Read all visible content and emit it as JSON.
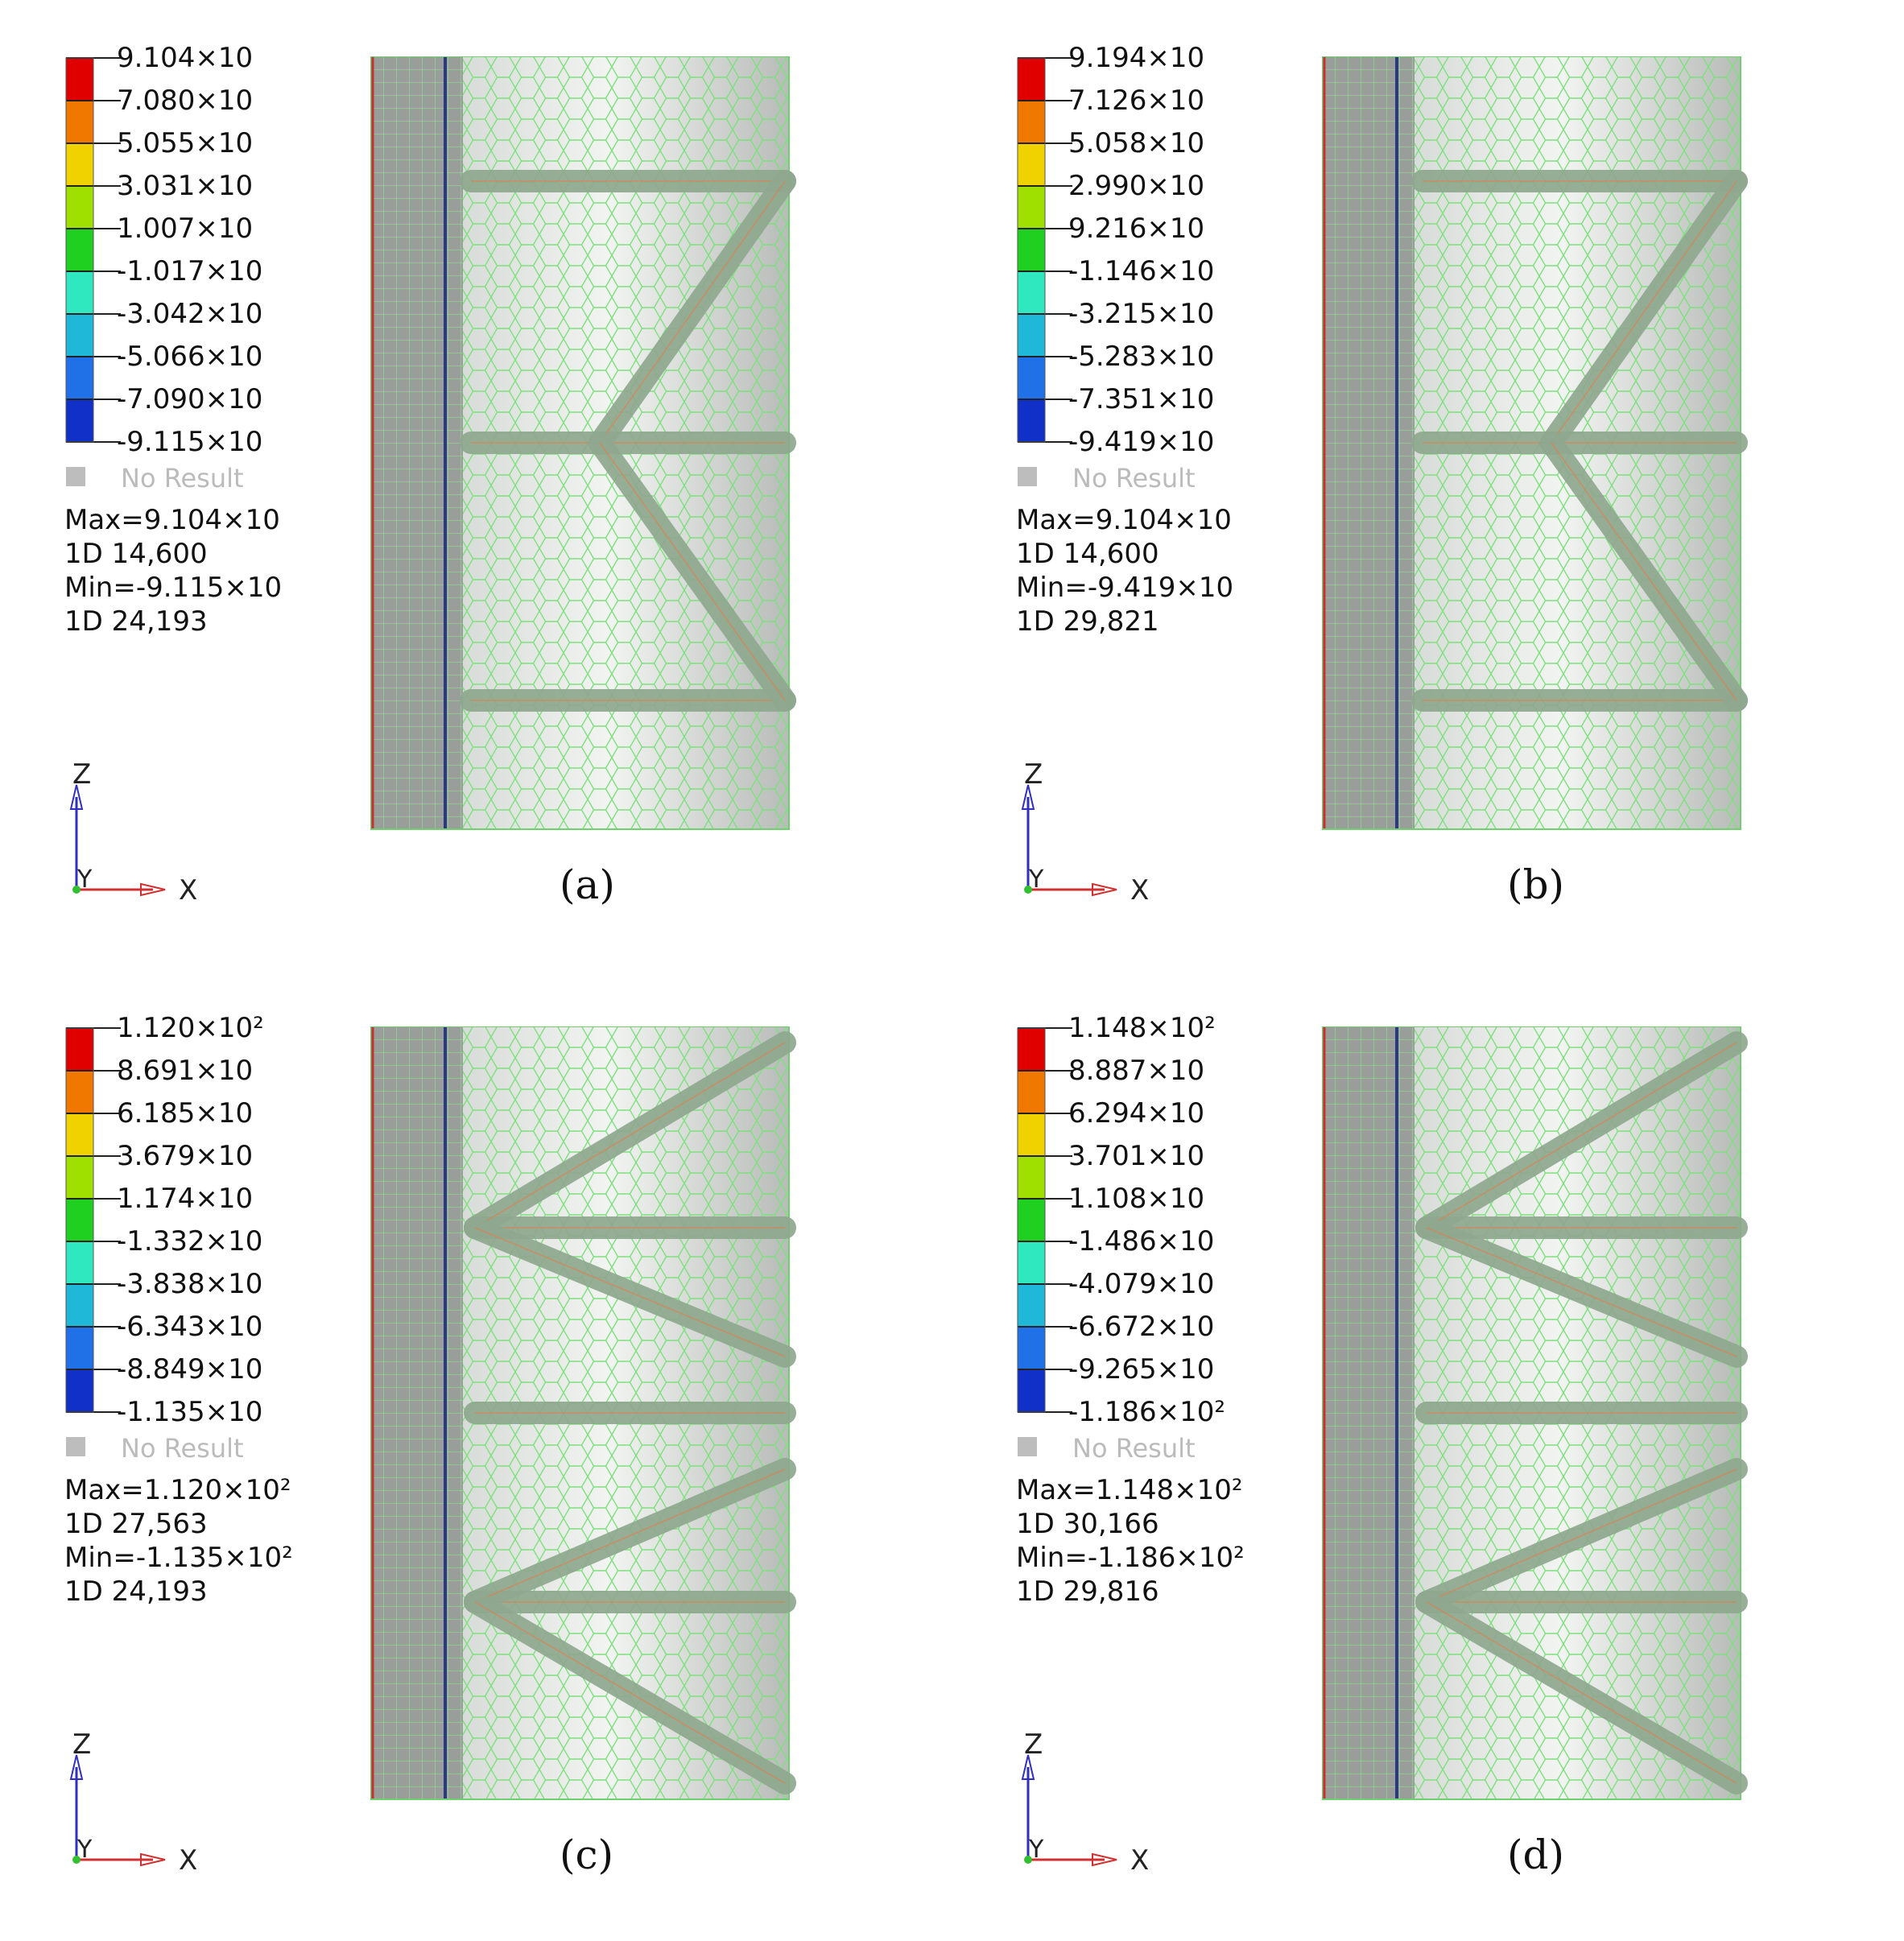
{
  "panels": [
    {
      "caption": "(a)",
      "legend": [
        "9.104×10",
        "7.080×10",
        "5.055×10",
        "3.031×10",
        "1.007×10",
        "-1.017×10",
        "-3.042×10",
        "-5.066×10",
        "-7.090×10",
        "-9.115×10"
      ],
      "no_result": "No Result",
      "stats": [
        "Max=9.104×10",
        "1D 14,600",
        "Min=-9.115×10",
        "1D 24,193"
      ],
      "pattern": "y"
    },
    {
      "caption": "(b)",
      "legend": [
        "9.194×10",
        "7.126×10",
        "5.058×10",
        "2.990×10",
        "9.216×10",
        "-1.146×10",
        "-3.215×10",
        "-5.283×10",
        "-7.351×10",
        "-9.419×10"
      ],
      "no_result": "No Result",
      "stats": [
        "Max=9.104×10",
        "1D 14,600",
        "Min=-9.419×10",
        "1D 29,821"
      ],
      "pattern": "y"
    },
    {
      "caption": "(c)",
      "legend": [
        "1.120×10²",
        "8.691×10",
        "6.185×10",
        "3.679×10",
        "1.174×10",
        "-1.332×10",
        "-3.838×10",
        "-6.343×10",
        "-8.849×10",
        "-1.135×10"
      ],
      "no_result": "No Result",
      "stats": [
        "Max=1.120×10²",
        "1D 27,563",
        "Min=-1.135×10²",
        "1D 24,193"
      ],
      "pattern": "w"
    },
    {
      "caption": "(d)",
      "legend": [
        "1.148×10²",
        "8.887×10",
        "6.294×10",
        "3.701×10",
        "1.108×10",
        "-1.486×10",
        "-4.079×10",
        "-6.672×10",
        "-9.265×10",
        "-1.186×10²"
      ],
      "no_result": "No Result",
      "stats": [
        "Max=1.148×10²",
        "1D 30,166",
        "Min=-1.186×10²",
        "1D 29,816"
      ],
      "pattern": "w"
    }
  ],
  "axes": {
    "z": "Z",
    "x": "X",
    "y": "Y"
  },
  "colors": [
    "#e00000",
    "#f07800",
    "#f0d200",
    "#a0e000",
    "#20d020",
    "#30e8c0",
    "#20b8d8",
    "#2070e8",
    "#1030c8",
    "#000090"
  ]
}
